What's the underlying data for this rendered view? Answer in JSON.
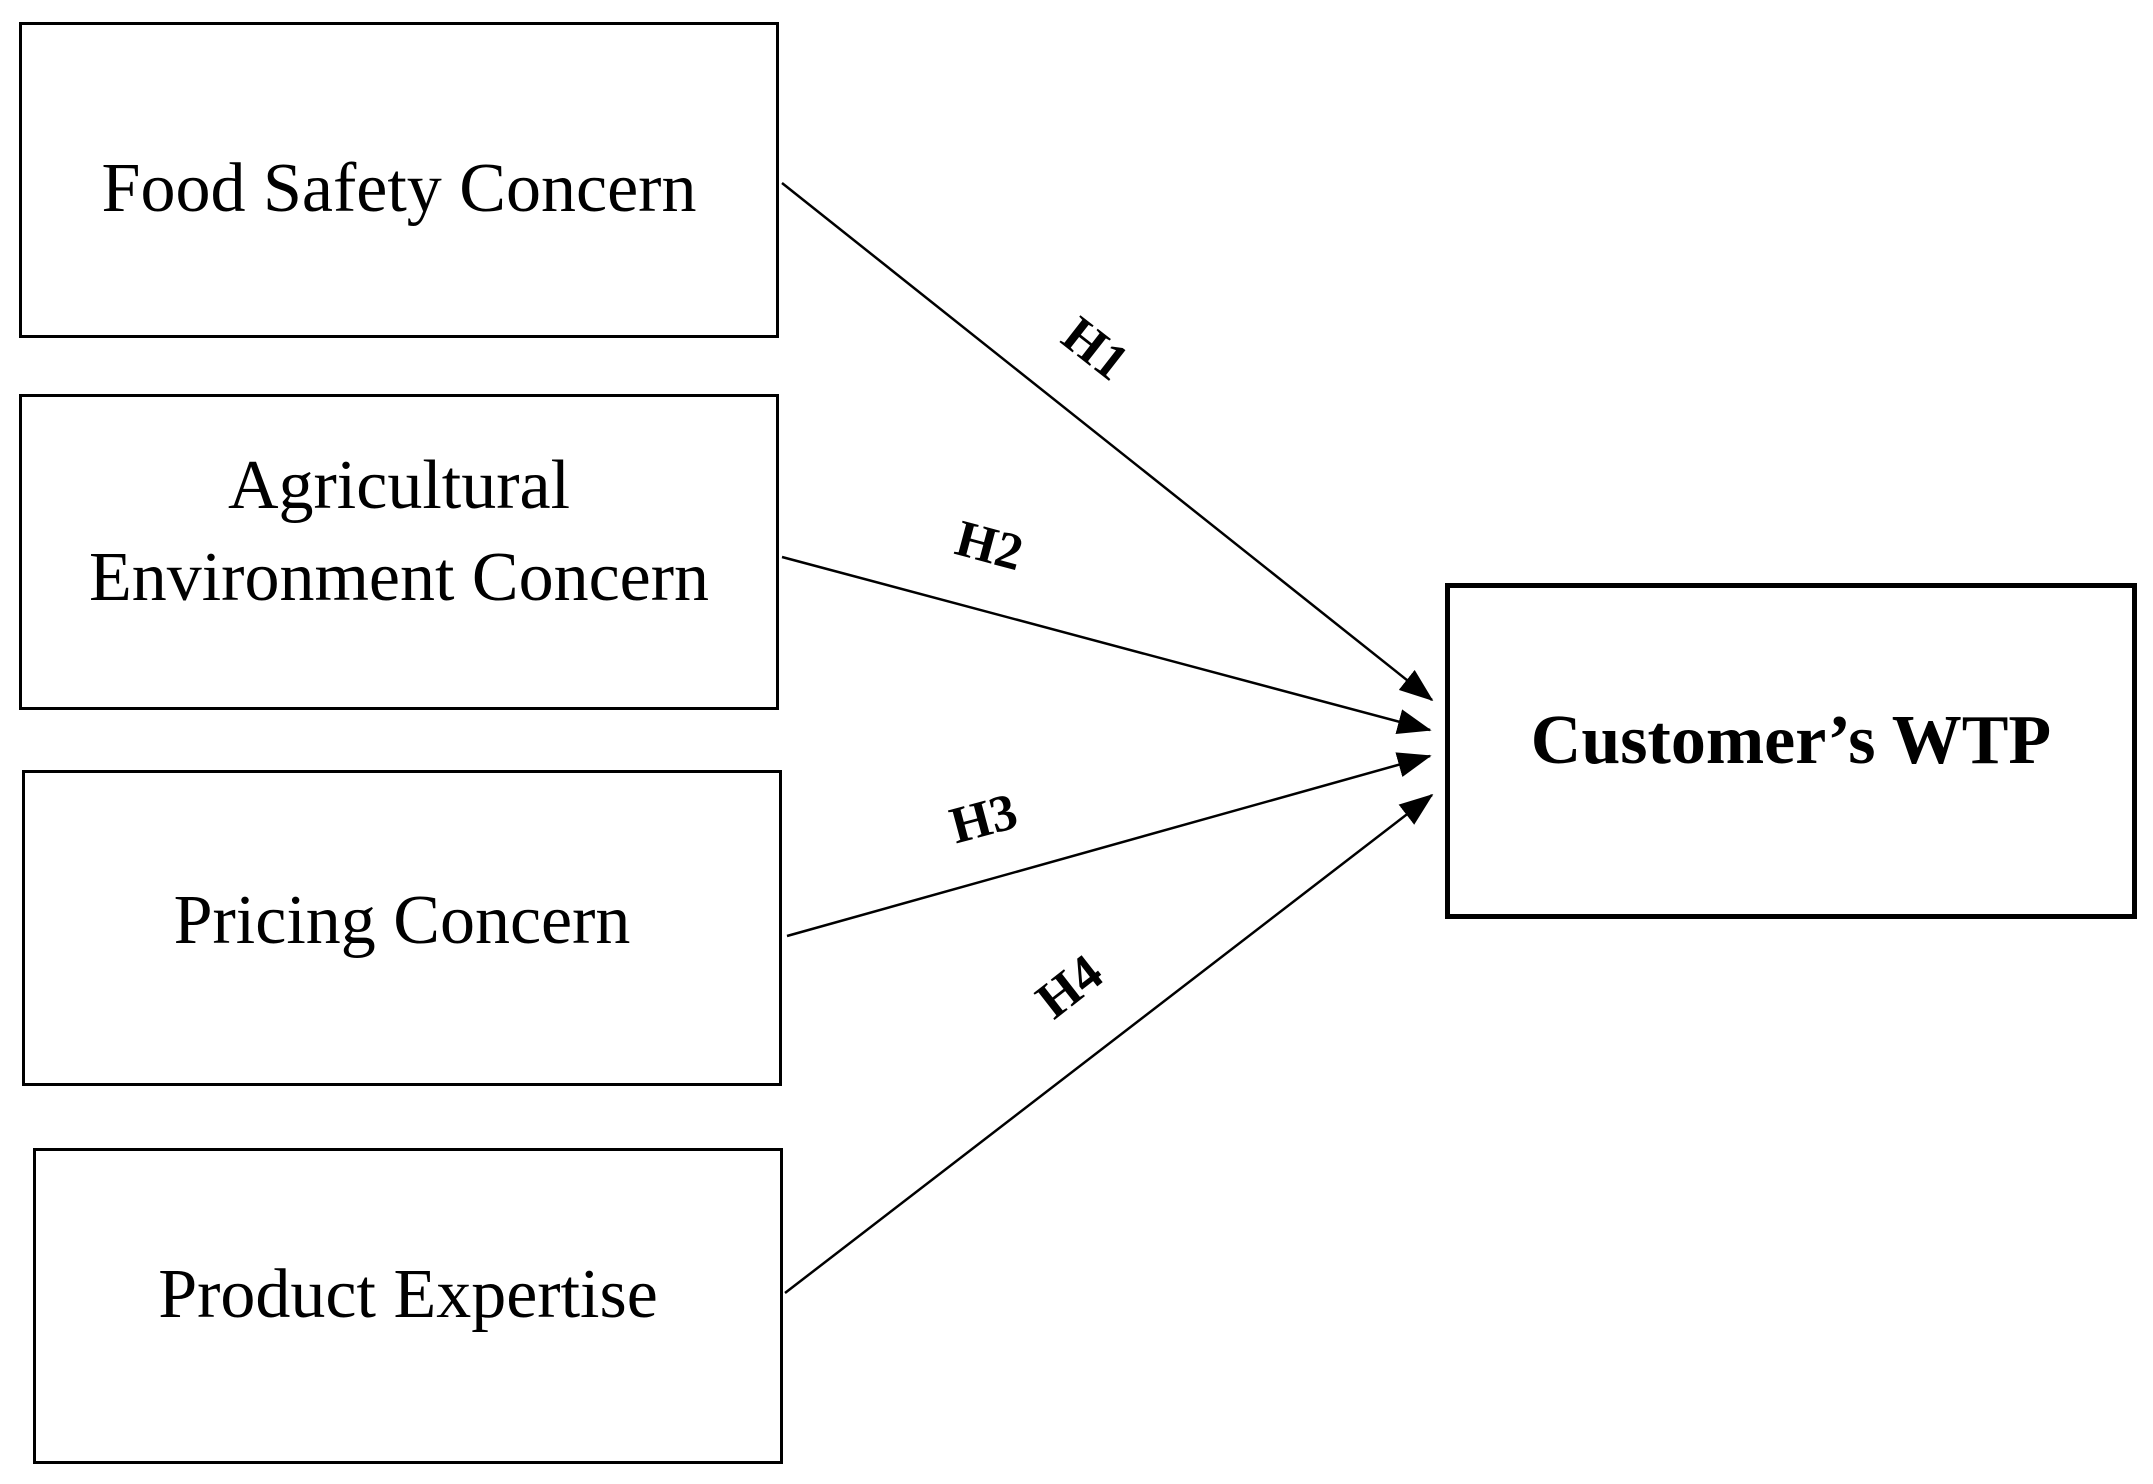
{
  "diagram": {
    "constructs": [
      {
        "id": "food",
        "label": "Food Safety Concern"
      },
      {
        "id": "agri",
        "label_line1": "Agricultural",
        "label_line2": "Environment Concern"
      },
      {
        "id": "pricing",
        "label": "Pricing Concern"
      },
      {
        "id": "expertise",
        "label": "Product Expertise"
      }
    ],
    "outcome": {
      "label": "Customer’s WTP"
    },
    "hypotheses": [
      {
        "id": "H1",
        "label": "H1",
        "from": "Food Safety Concern",
        "to": "Customer’s WTP"
      },
      {
        "id": "H2",
        "label": "H2",
        "from": "Agricultural Environment Concern",
        "to": "Customer’s WTP"
      },
      {
        "id": "H3",
        "label": "H3",
        "from": "Pricing Concern",
        "to": "Customer’s WTP"
      },
      {
        "id": "H4",
        "label": "H4",
        "from": "Product Expertise",
        "to": "Customer’s WTP"
      }
    ],
    "colors": {
      "line": "#000000",
      "background": "#ffffff"
    }
  }
}
